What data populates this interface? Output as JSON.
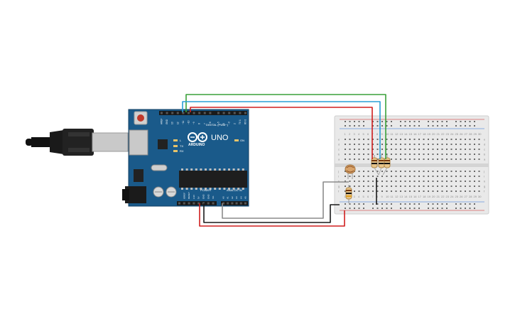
{
  "board": {
    "brand": "ARDUINO",
    "model": "UNO",
    "digital_header_label": "DIGITAL (PWM~)",
    "power_header_label": "POWER",
    "analog_header_label": "ANALOG IN",
    "led_labels": [
      "L",
      "TX",
      "RX"
    ],
    "on_label": "ON",
    "top_pin_labels": [
      "AREF",
      "GND",
      "13",
      "12",
      "~11",
      "~10",
      "~9",
      "8",
      "7",
      "~6",
      "~5",
      "4",
      "~3",
      "2",
      "TX 1",
      "RX 0"
    ],
    "power_pin_labels": [
      "IOREF",
      "RESET",
      "3.3V",
      "5V",
      "GND",
      "GND",
      "Vin"
    ],
    "analog_pin_labels": [
      "A0",
      "A1",
      "A2",
      "A3",
      "A4",
      "A5"
    ]
  },
  "breadboard": {
    "row_letters_top": [
      "a",
      "b",
      "c",
      "d",
      "e"
    ],
    "row_letters_bottom": [
      "f",
      "g",
      "h",
      "i",
      "j"
    ],
    "column_count": 30
  },
  "colors": {
    "board_blue": "#1a5a8a",
    "wire_red": "#d01f1f",
    "wire_green": "#3aa13a",
    "wire_blue": "#2a9fd6",
    "wire_black": "#1a1a1a",
    "wire_gray": "#8c8c8c"
  },
  "icons": {
    "usb_cable": "usb-cable-icon",
    "dc_jack": "dc-jack-icon"
  }
}
